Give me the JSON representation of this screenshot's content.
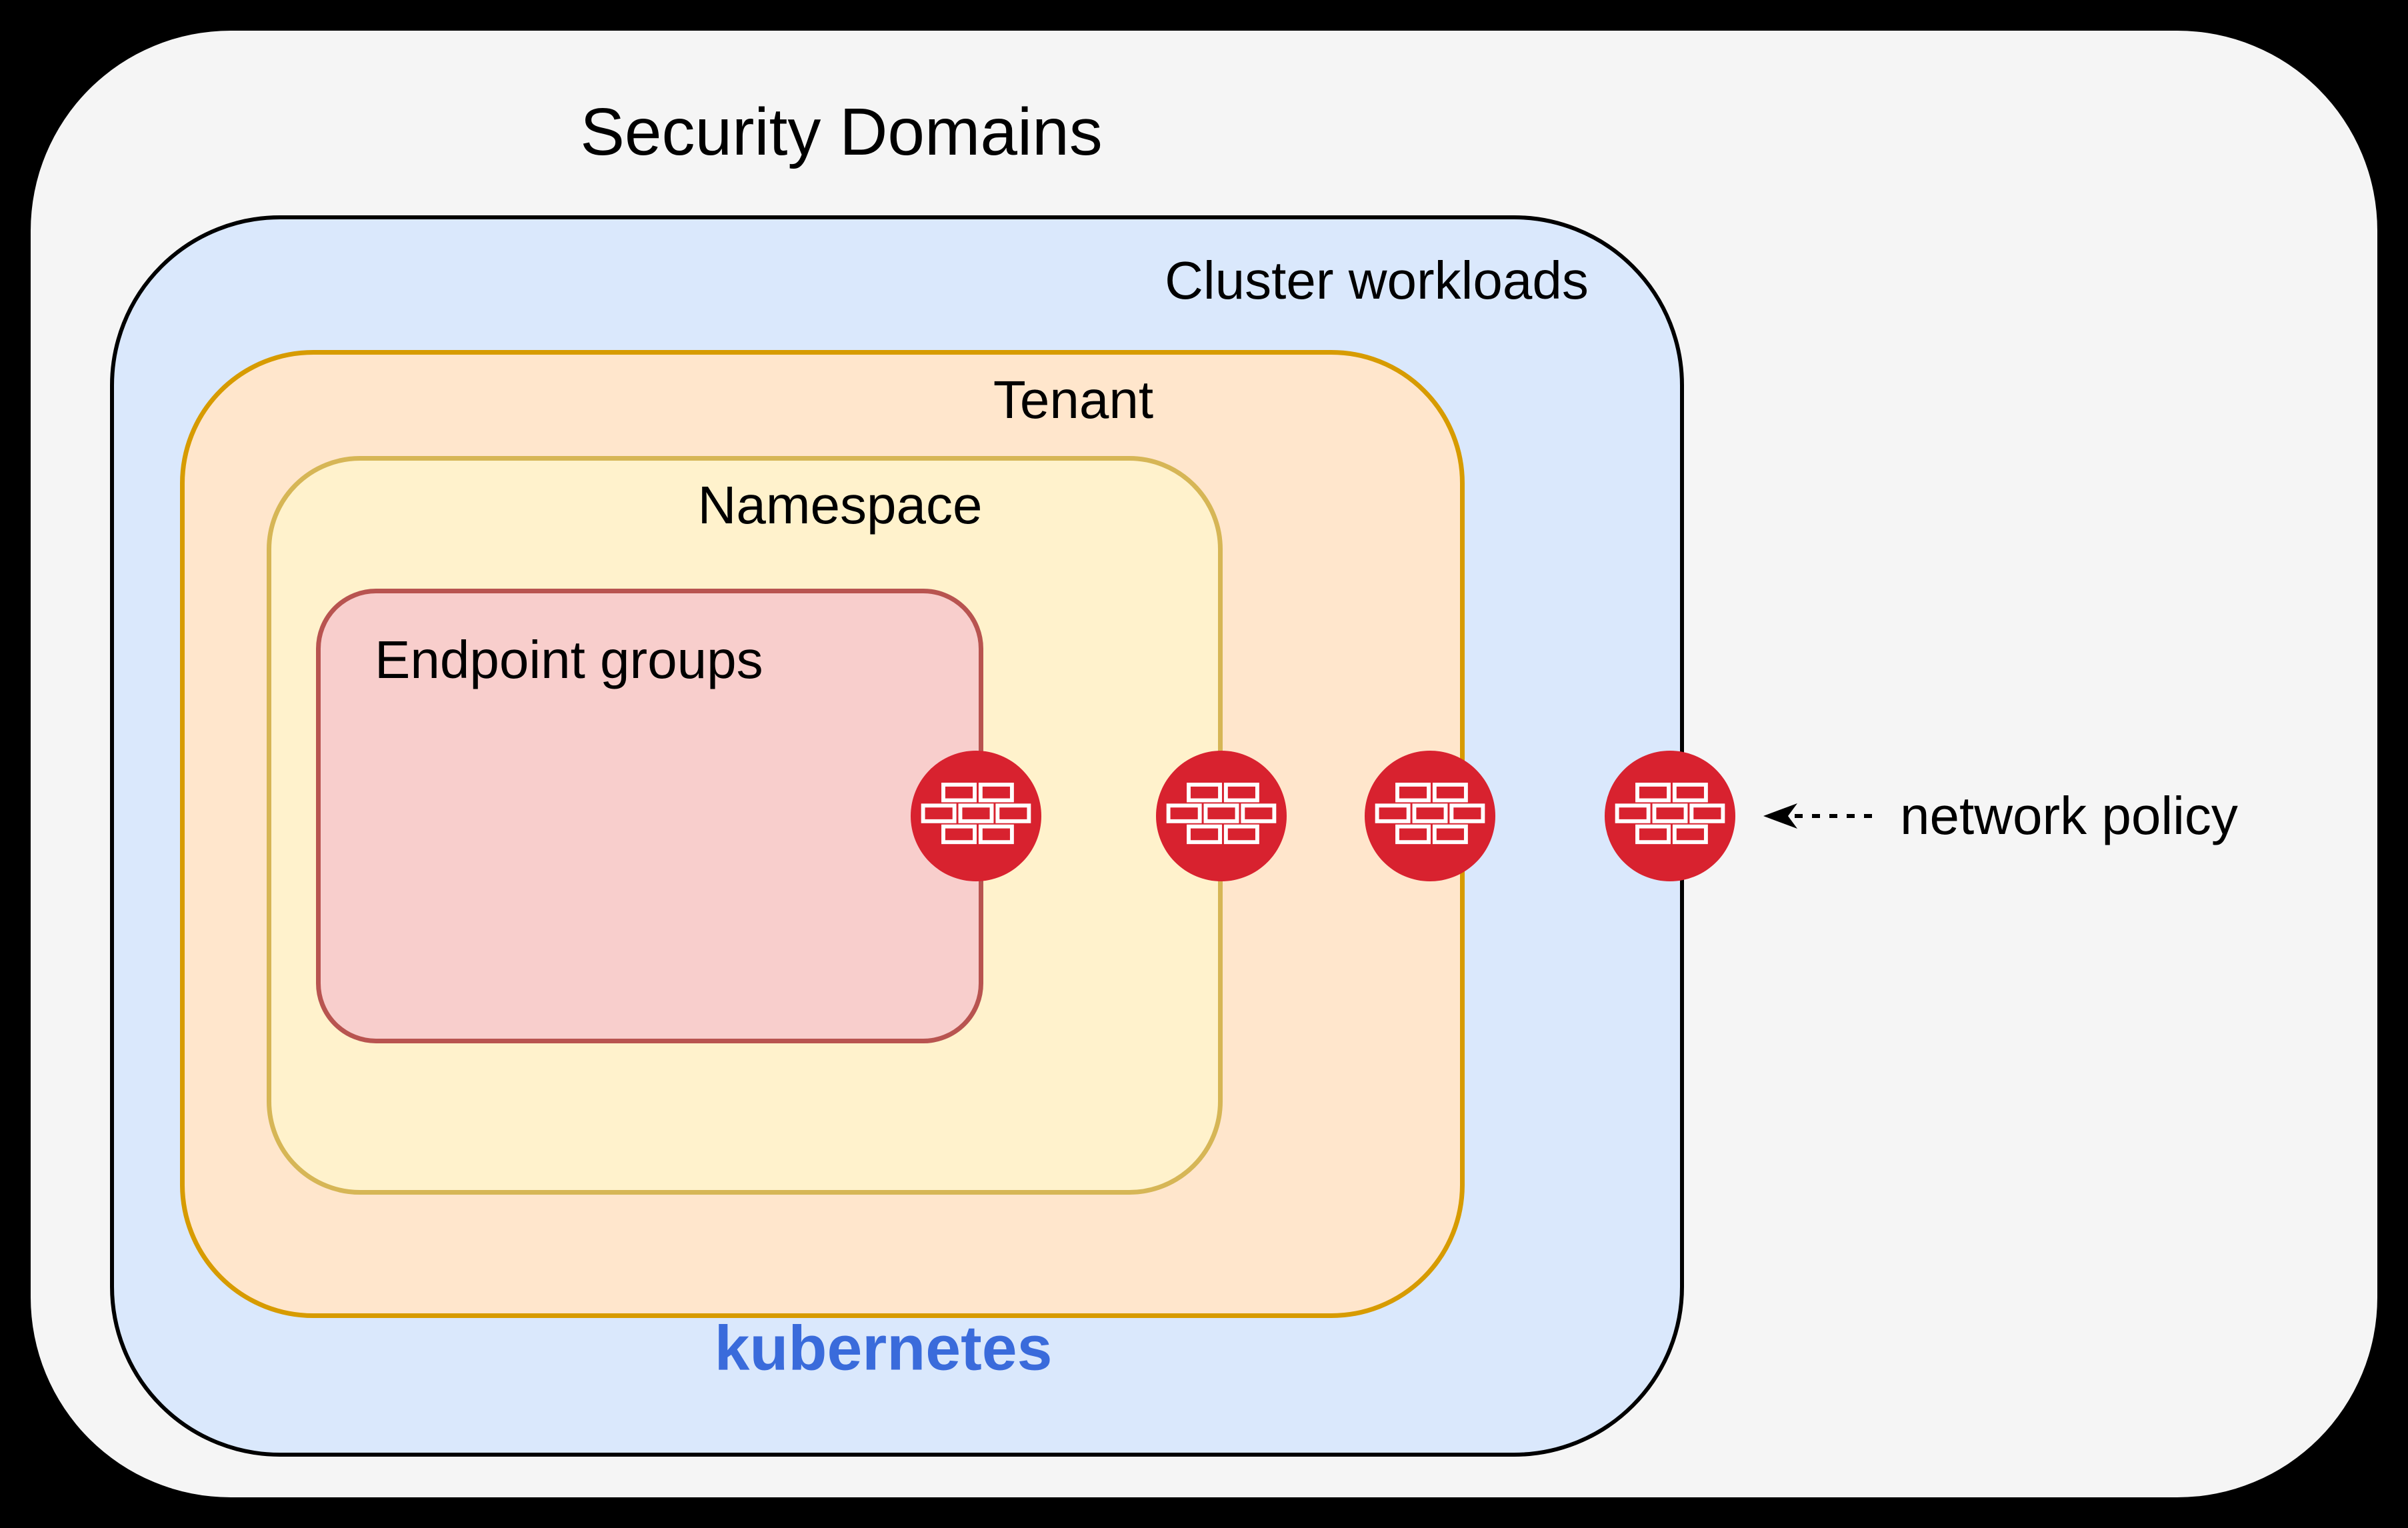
{
  "title": "Security Domains",
  "diagram": {
    "cluster": {
      "label": "Cluster workloads",
      "brand": "kubernetes"
    },
    "tenant": {
      "label": "Tenant"
    },
    "namespace": {
      "label": "Namespace"
    },
    "endpoint_groups": {
      "label": "Endpoint groups"
    },
    "annotation": {
      "label": "network policy"
    },
    "firewalls": {
      "icon": "firewall-brick-wall",
      "count": 4
    }
  },
  "colors": {
    "page_background": "#000000",
    "panel_background": "#f5f5f5",
    "cluster_fill": "#dae8fc",
    "cluster_stroke": "#000000",
    "tenant_fill": "#ffe6cc",
    "tenant_stroke": "#d79b00",
    "namespace_fill": "#fff2cc",
    "namespace_stroke": "#d6b656",
    "endpoint_fill": "#f8cecc",
    "endpoint_stroke": "#b85450",
    "firewall_red": "#d8222f",
    "kubernetes_blue": "#3a6bdb",
    "text": "#000000"
  }
}
